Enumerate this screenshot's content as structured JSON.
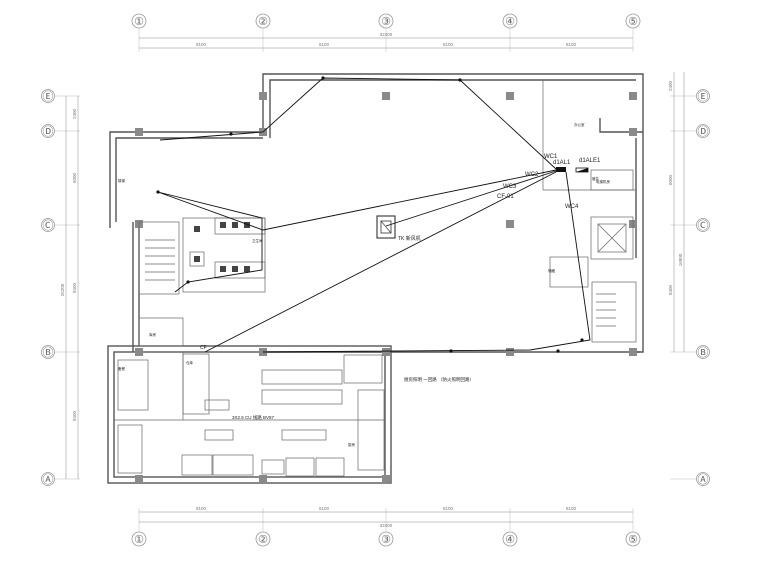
{
  "axes": {
    "columns": [
      "①",
      "②",
      "③",
      "④",
      "⑤"
    ],
    "rows": [
      "Ⓔ",
      "Ⓓ",
      "Ⓒ",
      "Ⓑ",
      "Ⓐ"
    ]
  },
  "dimensions": {
    "top_segments": [
      "8100",
      "8100",
      "8100",
      "8100"
    ],
    "top_total": "32400",
    "bottom_segments": [
      "8100",
      "8100",
      "8100",
      "8100"
    ],
    "bottom_total": "32400",
    "left_segments": [
      "2400",
      "6000",
      "8400",
      "8400"
    ],
    "left_total": "25200",
    "right_segments": [
      "2400",
      "6000",
      "8400"
    ],
    "right_total": "16800"
  },
  "circuits": {
    "wc1": "WC1",
    "wc2": "WC2",
    "wc3": "WC3",
    "cf01": "CF-01",
    "wc4": "WC4",
    "cf": "CF"
  },
  "panels": {
    "al1": "d1AL1",
    "ale1": "d1ALE1"
  },
  "notes": {
    "equipment": "TK 新风机",
    "kitchen_line": "3X2.5 CU 线路 BV87",
    "kitchen_caption": "厨房照明 一回路 （防火照明回路）"
  },
  "rooms": {
    "stair_left": "楼梯",
    "room_right_top": "办公室",
    "wc": "卫生间",
    "elev": "电梯机房",
    "shaft": "管井",
    "storage": "库房",
    "kitchen": "厨房",
    "small": "备餐",
    "store2": "仓库",
    "right_small": "储藏"
  },
  "colors": {
    "wire": "#111111",
    "wall": "#555555",
    "dim": "#888888",
    "column": "#8a8a8a"
  }
}
